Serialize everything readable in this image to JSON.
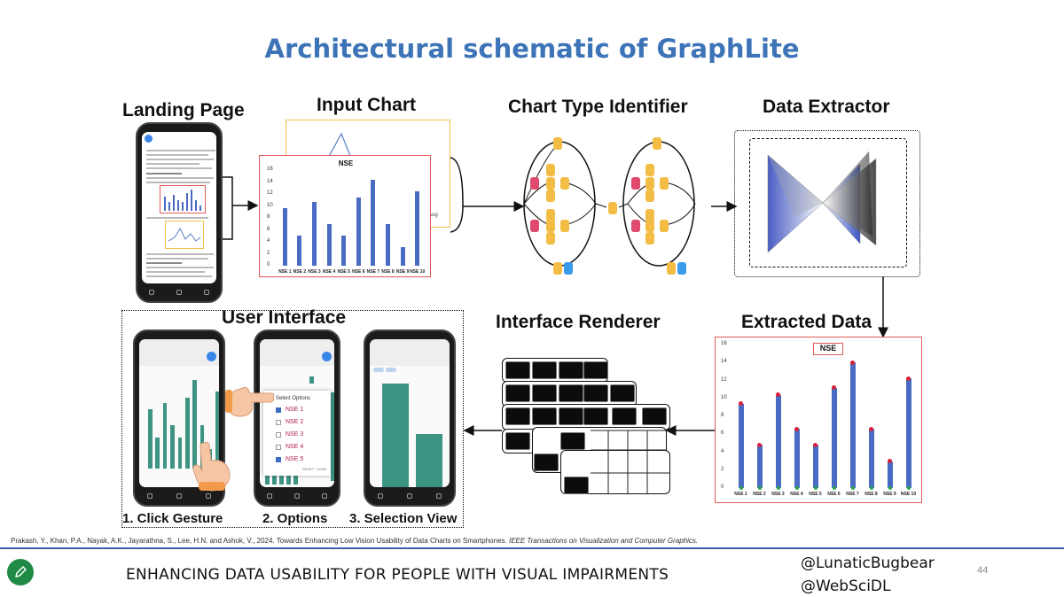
{
  "title": "Architectural schematic of GraphLite",
  "stages": {
    "landing_page": "Landing Page",
    "input_chart": "Input Chart",
    "chart_type_identifier": "Chart Type Identifier",
    "data_extractor": "Data Extractor",
    "extracted_data": "Extracted Data",
    "interface_renderer": "Interface Renderer",
    "user_interface": "User Interface"
  },
  "captions": {
    "click_gesture": "1. Click Gesture",
    "options": "2. Options",
    "selection_view": "3. Selection View"
  },
  "options_panel": {
    "heading": "Select Options",
    "items": [
      "NSE 1",
      "NSE 2",
      "NSE 3",
      "NSE 4",
      "NSE 5"
    ],
    "checked": [
      true,
      false,
      false,
      false,
      true
    ],
    "reset_label": "RESET",
    "done_label": "DONE"
  },
  "input_chart": {
    "chart_title": "NSE",
    "back_chart_last_label": "Aug"
  },
  "extracted_chart": {
    "chart_title": "NSE"
  },
  "chart_data": [
    {
      "type": "bar",
      "title": "NSE",
      "categories": [
        "NSE 1",
        "NSE 2",
        "NSE 3",
        "NSE 4",
        "NSE 5",
        "NSE 6",
        "NSE 7",
        "NSE 8",
        "NSE 9",
        "NSE 10"
      ],
      "values": [
        9.6,
        5,
        10.6,
        7,
        5,
        11.4,
        14.3,
        7,
        3.1,
        12.4
      ],
      "ylim": [
        0,
        16
      ],
      "yticks": [
        0,
        2,
        4,
        6,
        8,
        10,
        12,
        14,
        16
      ]
    },
    {
      "type": "bar",
      "title": "NSE",
      "categories": [
        "NSE 1",
        "NSE 2",
        "NSE 3",
        "NSE 4",
        "NSE 5",
        "NSE 6",
        "NSE 7",
        "NSE 8",
        "NSE 9",
        "NSE 10"
      ],
      "values": [
        9.4,
        4.8,
        10.4,
        6.6,
        4.8,
        11.2,
        14,
        6.6,
        3,
        12.2
      ],
      "ylim": [
        0,
        16
      ],
      "yticks": [
        0,
        2,
        4,
        6,
        8,
        10,
        12,
        14,
        16
      ]
    }
  ],
  "citation": {
    "text": "Prakash, Y., Khan, P.A., Nayak, A.K., Jayarathna, S., Lee, H.N. and Ashok, V., 2024. Towards Enhancing Low Vision Usability of Data Charts on Smartphones.",
    "journal": "IEEE Transactions on Visualization and Computer Graphics."
  },
  "footer": {
    "text": "ENHANCING DATA USABILITY FOR PEOPLE WITH VISUAL IMPAIRMENTS",
    "handle1": "@LunaticBugbear",
    "handle2": "@WebSciDL",
    "page_number": "44"
  },
  "colors": {
    "title": "#3d74b8",
    "bar_blue": "#4a6bc4",
    "bar_teal": "#3d9483",
    "frame_red": "#e05a5a",
    "node_orange": "#f3bd45",
    "node_pink": "#e04a6e",
    "node_blue": "#3a9bea",
    "accent_green": "#1f8a45"
  },
  "icons": [
    "pencil-edit-icon",
    "hand-pointer-icon",
    "blue-dot-icon"
  ]
}
